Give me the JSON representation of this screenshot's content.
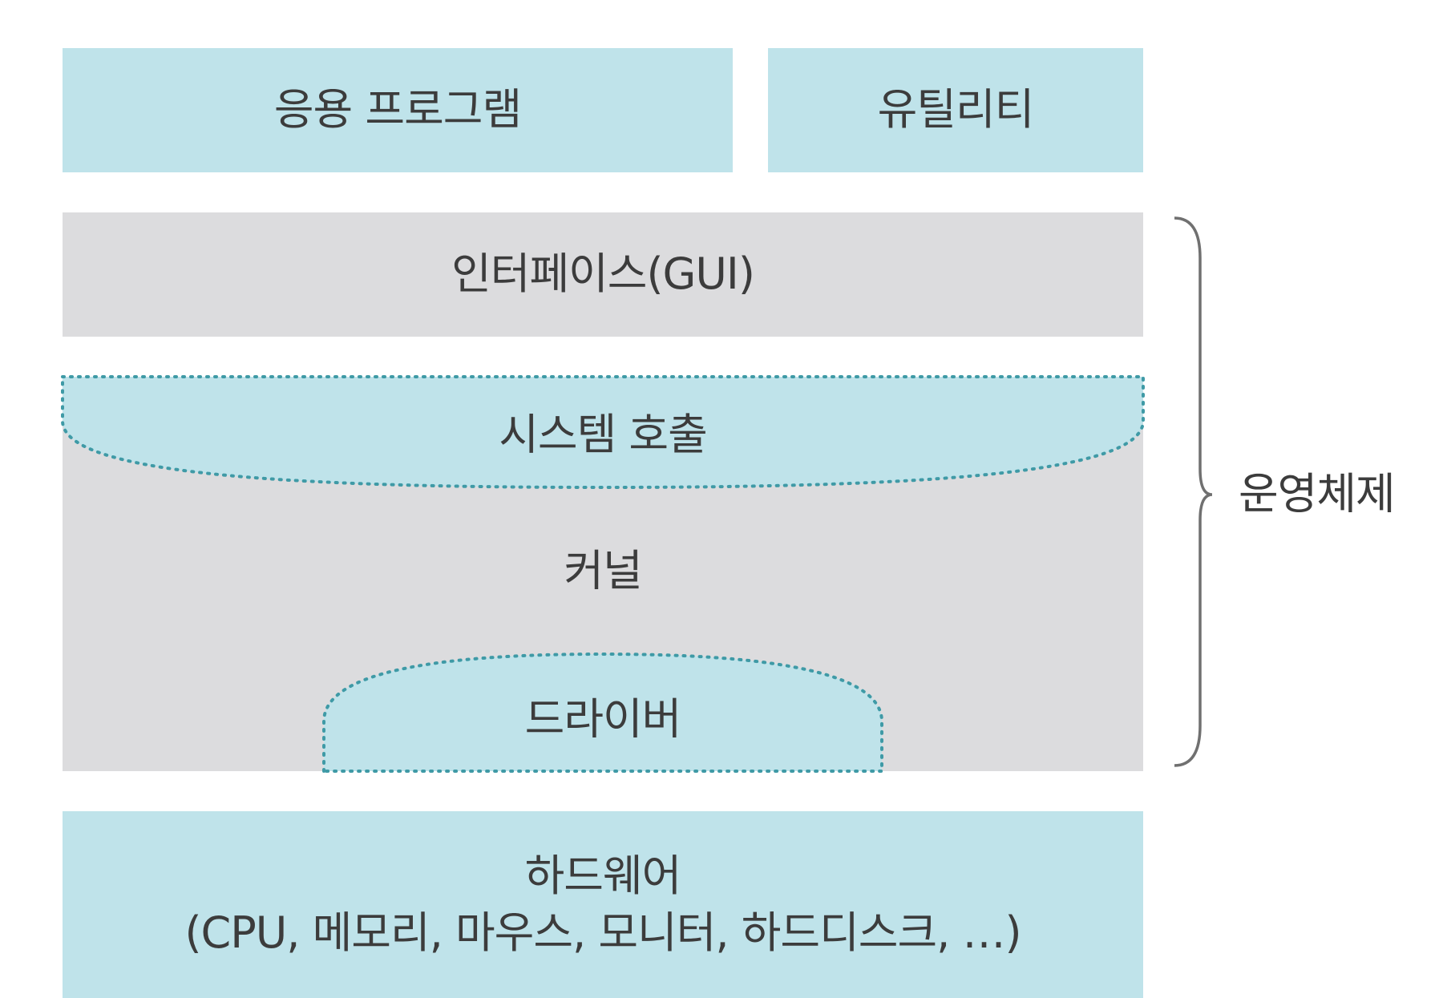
{
  "colors": {
    "light_blue": "#bfe3ea",
    "light_gray": "#dcdcde",
    "dotted_teal": "#3f9aa6",
    "brace_gray": "#707070",
    "text": "#3c3c3c"
  },
  "layers": {
    "application": "응용 프로그램",
    "utility": "유틸리티",
    "interface": "인터페이스(GUI)",
    "system_call": "시스템 호출",
    "kernel": "커널",
    "driver": "드라이버",
    "hardware_title": "하드웨어",
    "hardware_detail": "(CPU, 메모리, 마우스, 모니터, 하드디스크, …)"
  },
  "brace_label": "운영체제"
}
